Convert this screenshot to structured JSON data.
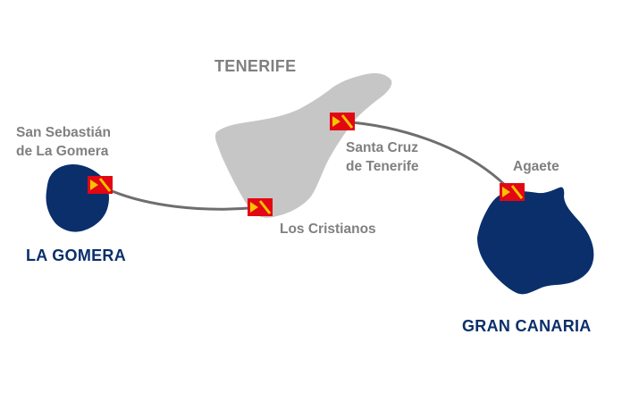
{
  "colors": {
    "island_dark": "#0a2f6b",
    "island_grey": "#c6c6c6",
    "route_line": "#6e6e6e",
    "label_grey": "#808080",
    "label_navy": "#0a2f6b",
    "flag_red": "#e30613",
    "flag_yellow": "#f7c300"
  },
  "islands": {
    "tenerife": {
      "name": "TENERIFE"
    },
    "la_gomera": {
      "name": "LA GOMERA"
    },
    "gran_canaria": {
      "name": "GRAN CANARIA"
    }
  },
  "ports": {
    "san_sebastian": {
      "line1": "San Sebastián",
      "line2": "de La Gomera"
    },
    "los_cristianos": {
      "name": "Los Cristianos"
    },
    "santa_cruz": {
      "line1": "Santa Cruz",
      "line2": "de Tenerife"
    },
    "agaete": {
      "name": "Agaete"
    }
  },
  "routes": [
    {
      "from": "San Sebastián de La Gomera",
      "to": "Los Cristianos"
    },
    {
      "from": "Santa Cruz de Tenerife",
      "to": "Agaete"
    }
  ],
  "icons": {
    "port_marker": "shipping-flag-icon"
  }
}
